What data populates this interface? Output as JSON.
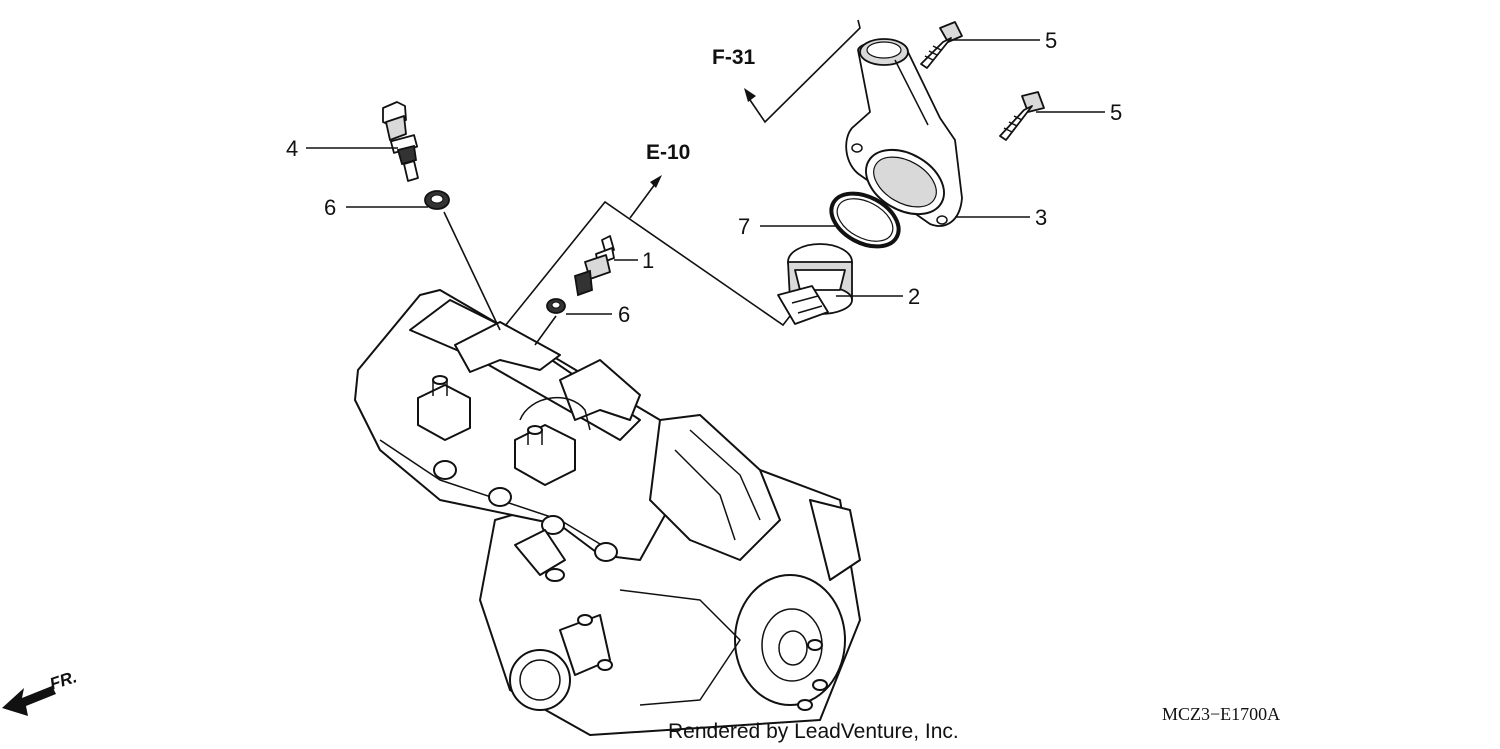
{
  "diagram": {
    "code": "MCZ3−E1700A",
    "credit": "Rendered by LeadVenture, Inc.",
    "front_marker": "FR.",
    "references": [
      "E-10",
      "F-31"
    ],
    "callouts": [
      "1",
      "2",
      "3",
      "4",
      "5",
      "5",
      "6",
      "6",
      "7"
    ],
    "icons": [
      "front-arrow-icon",
      "reference-arrow-icon"
    ]
  }
}
